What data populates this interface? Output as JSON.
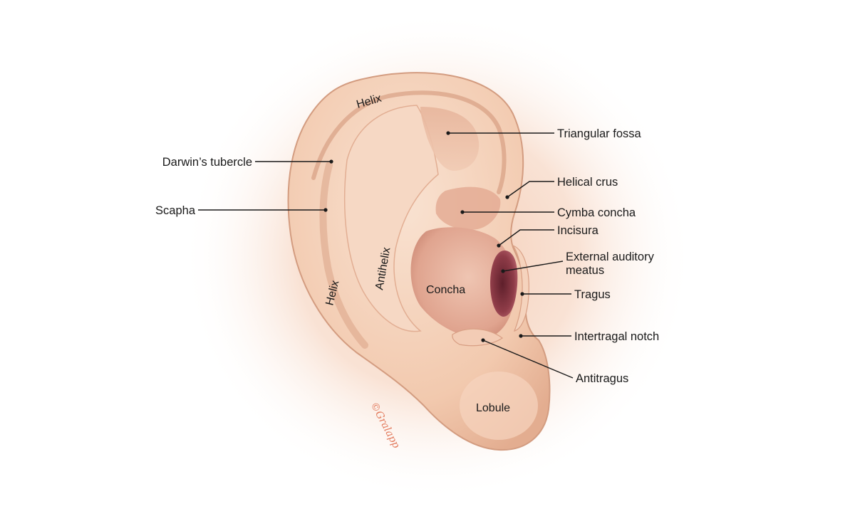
{
  "labels": {
    "triangular_fossa": "Triangular fossa",
    "helical_crus": "Helical crus",
    "cymba_concha": "Cymba concha",
    "incisura": "Incisura",
    "external_auditory_meatus_line1": "External auditory",
    "external_auditory_meatus_line2": "meatus",
    "tragus": "Tragus",
    "intertragal_notch": "Intertragal notch",
    "antitragus": "Antitragus",
    "darwins_tubercle": "Darwin’s tubercle",
    "scapha": "Scapha"
  },
  "inner_labels": {
    "helix_top": "Helix",
    "helix_side": "Helix",
    "antihelix": "Antihelix",
    "concha": "Concha",
    "lobule": "Lobule"
  },
  "signature": "©Gralapp",
  "colors": {
    "skin": "#f2c9ae",
    "skin_light": "#f7dcc8",
    "shadow": "#d49a7c",
    "deep": "#b9786a",
    "canal": "#8f3c48",
    "halo": "#f3c7ae",
    "signature": "#e2785a"
  }
}
